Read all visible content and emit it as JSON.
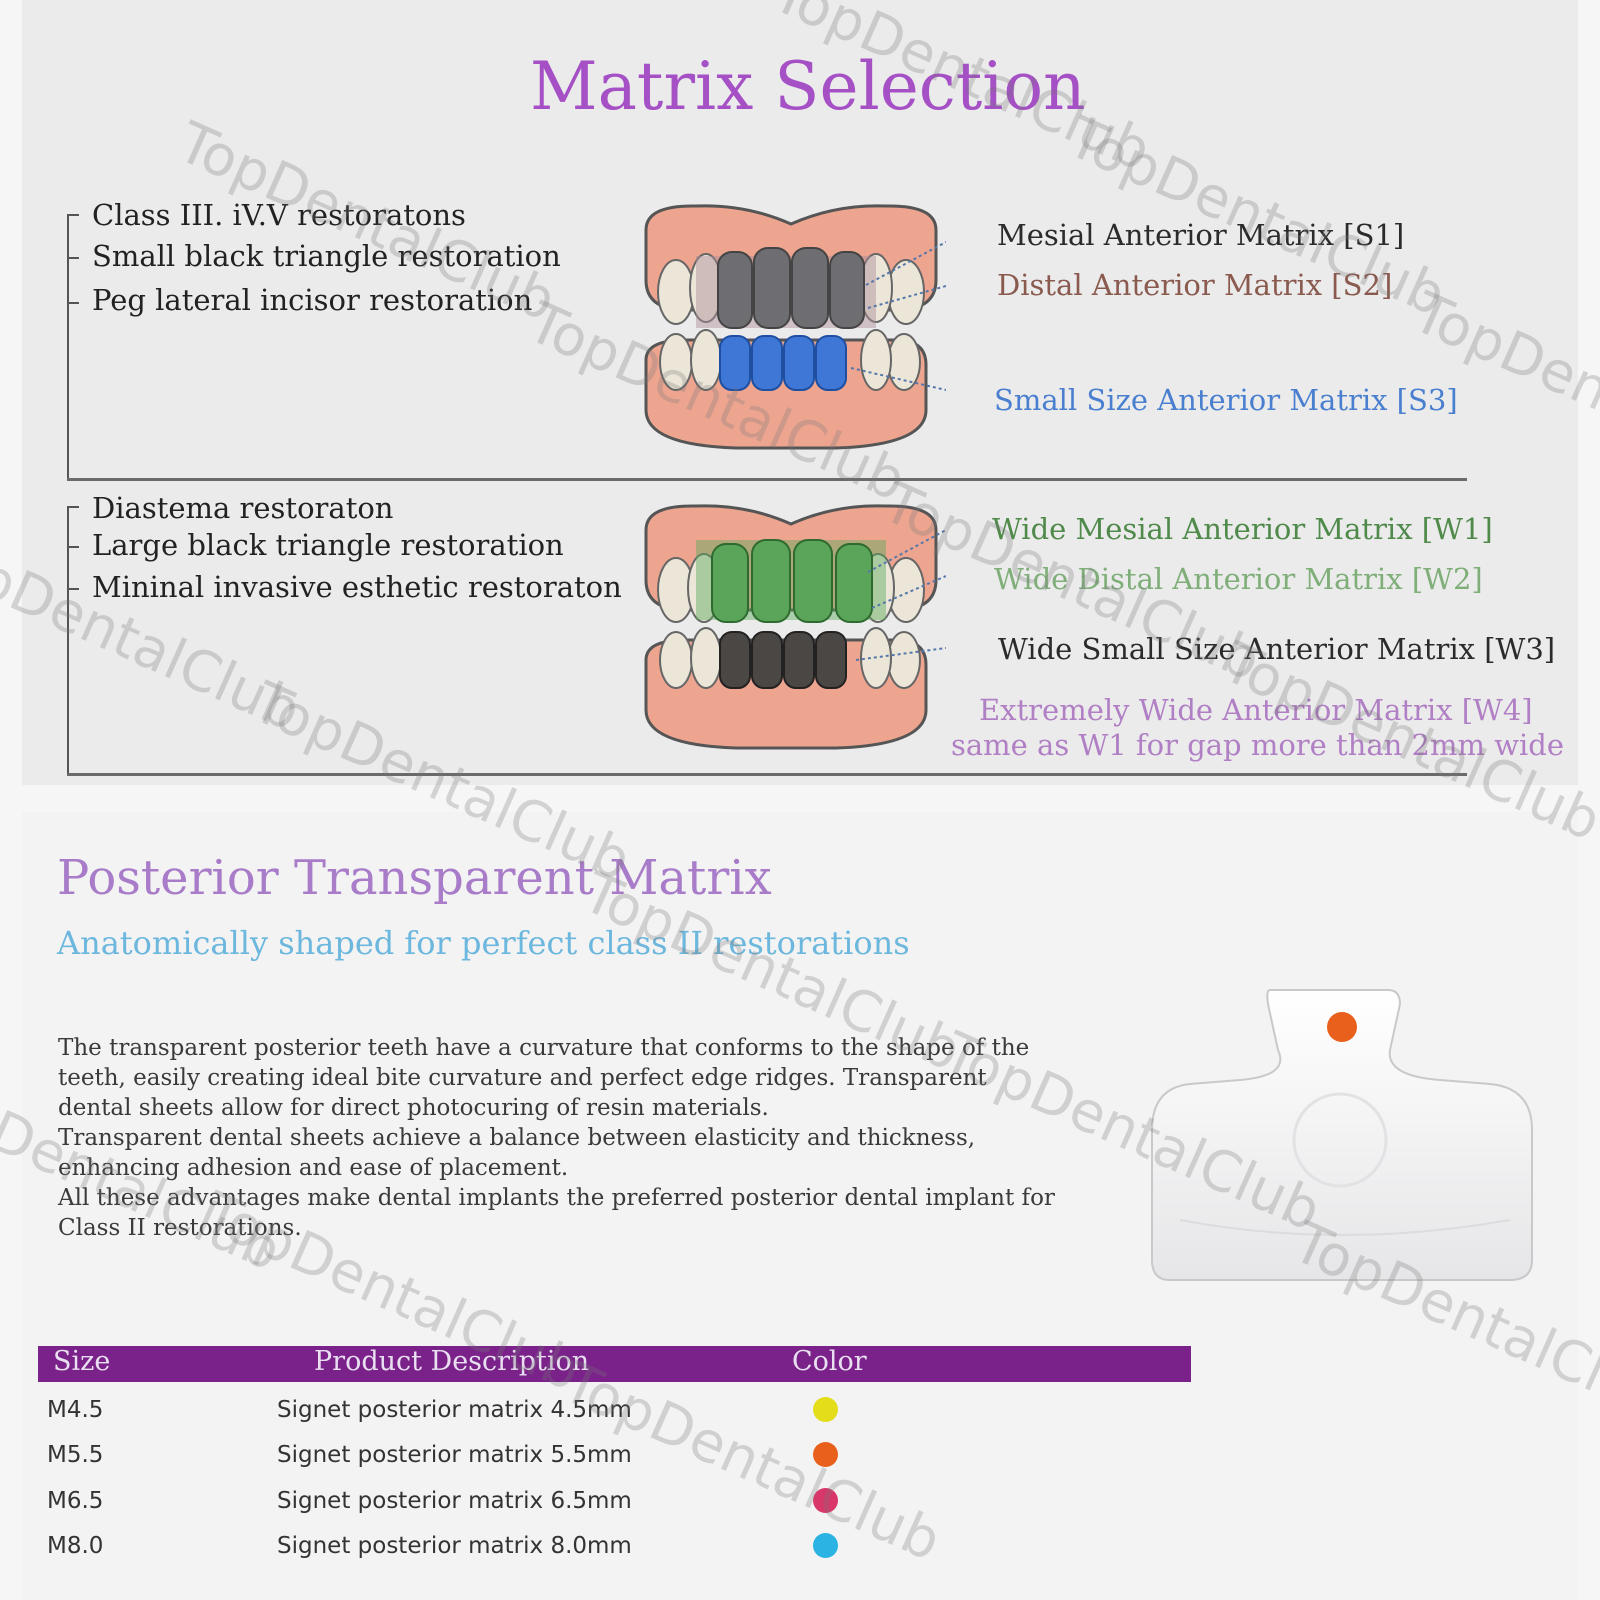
{
  "matrix_selection": {
    "title": "Matrix Selection",
    "group1": {
      "uses": [
        "Class III. iV.V restoratons",
        "Small black triangle restoration",
        "Peg lateral incisor restoration"
      ],
      "labels": [
        {
          "text": "Mesial Anterior Matrix [S1]",
          "color": "#2b2b2b"
        },
        {
          "text": "Distal Anterior Matrix [S2]",
          "color": "#8a5a4e"
        },
        {
          "text": "Small Size Anterior Matrix [S3]",
          "color": "#4a7fd0"
        }
      ]
    },
    "group2": {
      "uses": [
        "Diastema restoraton",
        "Large black triangle restoration",
        "Mininal invasive esthetic restoraton"
      ],
      "labels": [
        {
          "text": "Wide Mesial Anterior Matrix [W1]",
          "color": "#4f8a4a"
        },
        {
          "text": "Wide Distal Anterior Matrix [W2]",
          "color": "#7fae79"
        },
        {
          "text": "Wide Small Size Anterior Matrix [W3]",
          "color": "#2b2b2b"
        }
      ],
      "note_line1": "Extremely Wide Anterior Matrix [W4]",
      "note_line2": "same as W1 for gap more than 2mm wide",
      "note_color": "#b07fc4"
    }
  },
  "posterior": {
    "title": "Posterior Transparent Matrix",
    "subtitle": "Anatomically shaped for perfect class II restorations",
    "paragraphs": [
      "The transparent posterior teeth have a curvature that conforms to the shape of the teeth, easily creating ideal bite curvature and perfect edge ridges. Transparent dental sheets allow for direct photocuring of resin materials.",
      "Transparent dental sheets achieve a balance between elasticity and thickness, enhancing adhesion and ease of placement.",
      "All these advantages make dental implants the preferred posterior dental implant for Class II restorations."
    ]
  },
  "table": {
    "headers": [
      "Size",
      "Product Description",
      "Color"
    ],
    "header_bg": "#7a2289",
    "rows": [
      {
        "size": "M4.5",
        "desc": "Signet posterior matrix 4.5mm",
        "color": "#e3dd1a"
      },
      {
        "size": "M5.5",
        "desc": "Signet posterior matrix 5.5mm",
        "color": "#e8601c"
      },
      {
        "size": "M6.5",
        "desc": "Signet posterior matrix 6.5mm",
        "color": "#d9376a"
      },
      {
        "size": "M8.0",
        "desc": "Signet posterior matrix 8.0mm",
        "color": "#2ab3e3"
      }
    ]
  },
  "watermark": "TopDentalClub"
}
